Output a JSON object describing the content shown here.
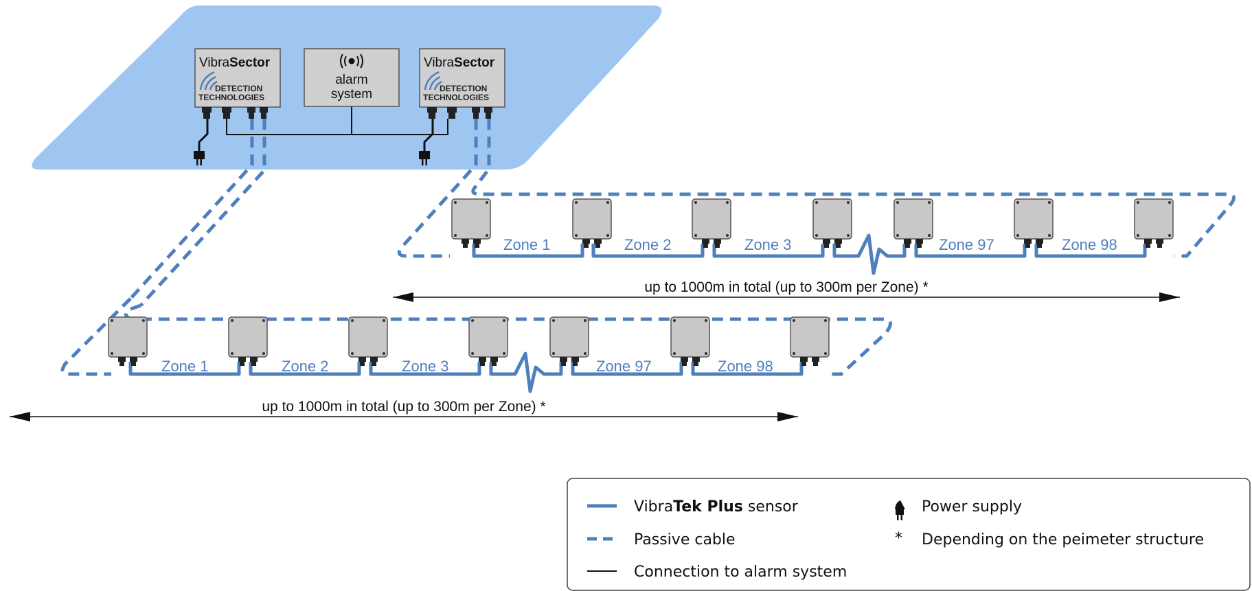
{
  "controllers": [
    {
      "brand_light": "Vibra",
      "brand_bold": "Sector",
      "logo_line1": "DETECTION",
      "logo_line2": "TECHNOLOGIES"
    },
    {
      "brand_light": "Vibra",
      "brand_bold": "Sector",
      "logo_line1": "DETECTION",
      "logo_line2": "TECHNOLOGIES"
    }
  ],
  "alarm": {
    "icon": "broadcast-icon",
    "line1": "alarm",
    "line2": "system"
  },
  "lines": [
    {
      "zones": [
        "Zone 1",
        "Zone 2",
        "Zone 3",
        "Zone 97",
        "Zone 98"
      ],
      "total": "up to 1000m in total (up to 300m per Zone) *"
    },
    {
      "zones": [
        "Zone 1",
        "Zone 2",
        "Zone 3",
        "Zone 97",
        "Zone 98"
      ],
      "total": "up to 1000m in total (up to 300m per Zone) *"
    }
  ],
  "legend": {
    "sensor_light": "Vibra",
    "sensor_bold": "Tek Plus",
    "sensor_rest": " sensor",
    "passive": "Passive cable",
    "connection": "Connection to alarm system",
    "power": "Power supply",
    "asterisk": "*",
    "depending": "Depending on the peimeter structure"
  },
  "colors": {
    "zone_fill": "#9ec6f1",
    "cable": "#4f7fbc",
    "box": "#c8c8c8"
  }
}
